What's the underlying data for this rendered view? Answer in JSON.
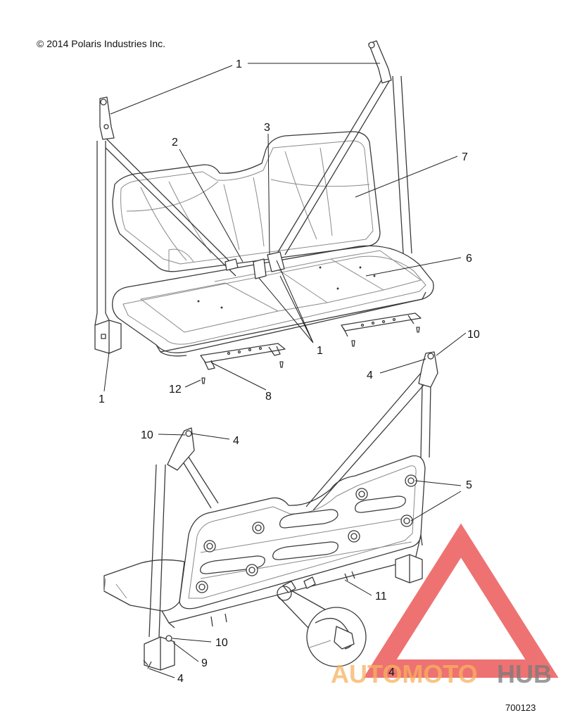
{
  "header": {
    "copyright": "© 2014 Polaris Industries Inc."
  },
  "footer": {
    "diagram_id": "700123"
  },
  "callouts": {
    "c1_top": "1",
    "c1_mid": "1",
    "c1_left": "1",
    "c2": "2",
    "c3": "3",
    "c7": "7",
    "c6": "6",
    "c10_right": "10",
    "c4_right": "4",
    "c8": "8",
    "c12": "12",
    "c10_left": "10",
    "c4_left": "4",
    "c5": "5",
    "c11": "11",
    "c10_bottom": "10",
    "c9": "9",
    "c4_bottom": "4",
    "c4_detail": "4"
  },
  "watermark": {
    "part1": "AUTOMOTO",
    "part2": "HUB",
    "color_red": "#ec5a5a",
    "color_orange": "#f7b25e",
    "color_gray": "#7a7a7a"
  },
  "colors": {
    "line": "#3a3a3a",
    "thin": "#8a8a8a"
  }
}
